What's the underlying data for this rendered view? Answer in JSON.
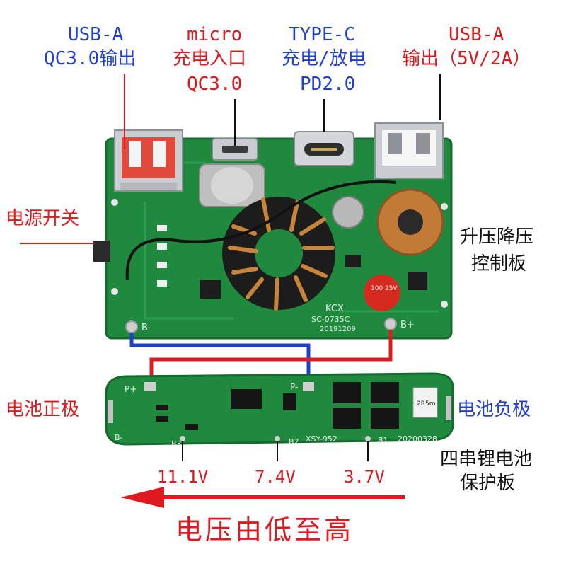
{
  "labels": {
    "usb_a_left_l1": "USB-A",
    "usb_a_left_l2": "QC3.0输出",
    "micro_l1": "micro",
    "micro_l2": "充电入口",
    "micro_l3": "QC3.0",
    "typec_l1": "TYPE-C",
    "typec_l2": "充电/放电",
    "typec_l3": "PD2.0",
    "usb_a_right_l1": "USB-A",
    "usb_a_right_l2": "输出（5V/2A）",
    "power_switch": "电源开关",
    "boost_l1": "升压降压",
    "boost_l2": "控制板",
    "batt_pos": "电池正极",
    "batt_neg": "电池负极",
    "protect_l1": "四串锂电池",
    "protect_l2": "保护板",
    "v_111": "11.1V",
    "v_74": "7.4V",
    "v_37": "3.7V",
    "voltage_dir": "电压由低至高"
  },
  "board_marks": {
    "kcx": "KCX",
    "model": "SC-0735C",
    "date": "20191209",
    "b_minus": "B-",
    "b_plus": "B+",
    "cap": "100 25V",
    "p_plus": "P+",
    "p_minus": "P-",
    "b_label": "B-",
    "b3": "B3",
    "b2": "B2",
    "b1": "B1",
    "xsy": "XSY-952",
    "date2": "20200328",
    "r010": "2R5m"
  },
  "colors": {
    "label_blue": "#1f3fd1",
    "label_red": "#e0191e",
    "pcb_green": "#1f8a3e",
    "wire_red": "#e0191e",
    "wire_blue": "#1f3fd1"
  }
}
